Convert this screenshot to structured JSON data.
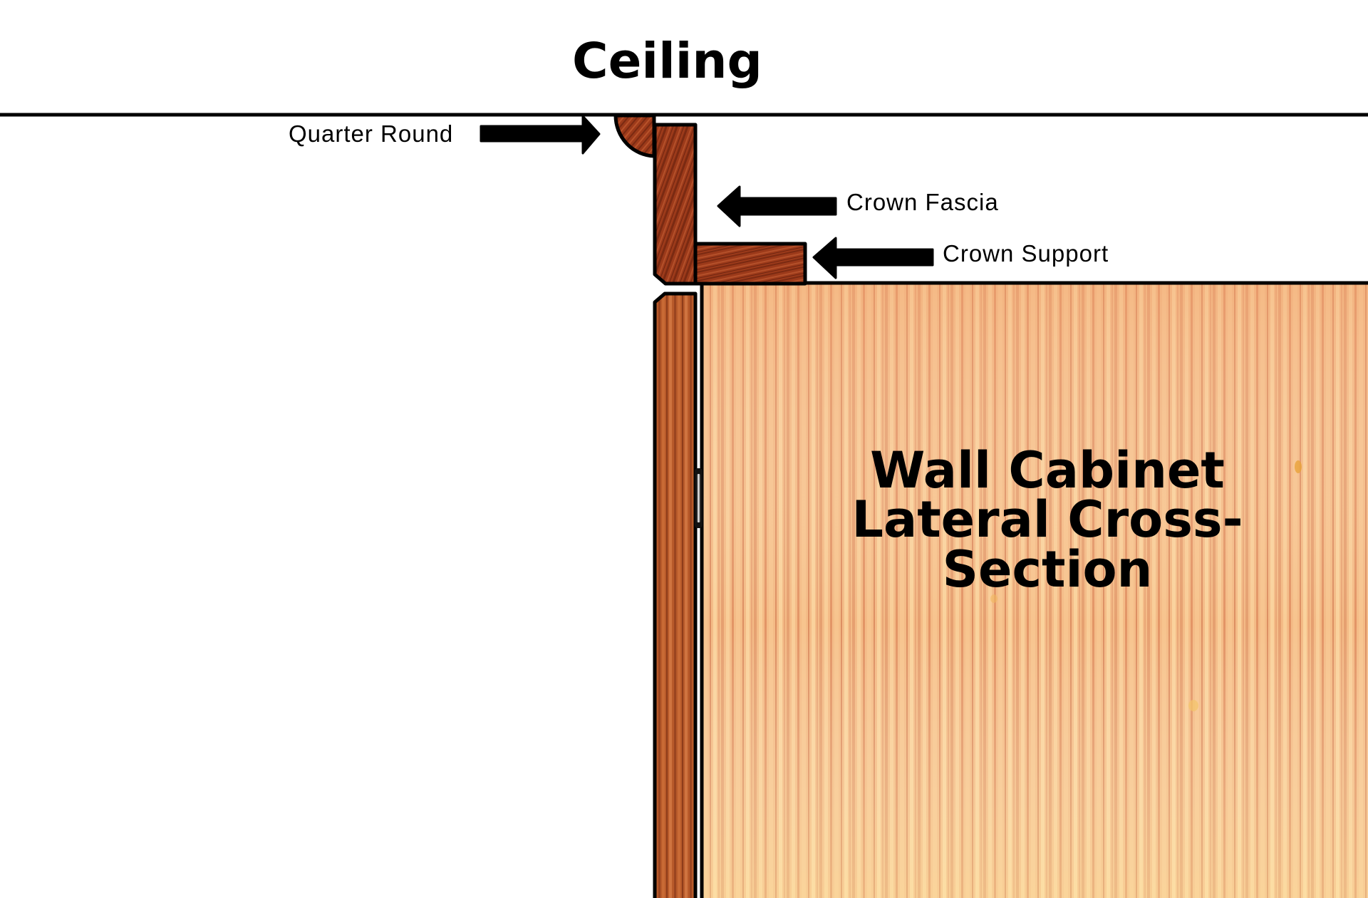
{
  "diagram": {
    "ceiling_label": "Ceiling",
    "callouts": {
      "quarter_round": "Quarter Round",
      "crown_fascia": "Crown Fascia",
      "crown_support": "Crown Support"
    },
    "cabinet_title": {
      "line1": "Wall Cabinet",
      "line2": "Lateral Cross-Section"
    }
  },
  "colors": {
    "outline": "#000000",
    "background": "#ffffff",
    "dark_wood": "#9c3a1a",
    "door_wood": "#b85a2a",
    "cabinet_wood": "#f2b27e",
    "cabinet_wood_light": "#f9d39a"
  },
  "icons": {
    "quarter_round_arrow": "arrow-right-icon",
    "crown_fascia_arrow": "arrow-left-icon",
    "crown_support_arrow": "arrow-left-icon"
  }
}
